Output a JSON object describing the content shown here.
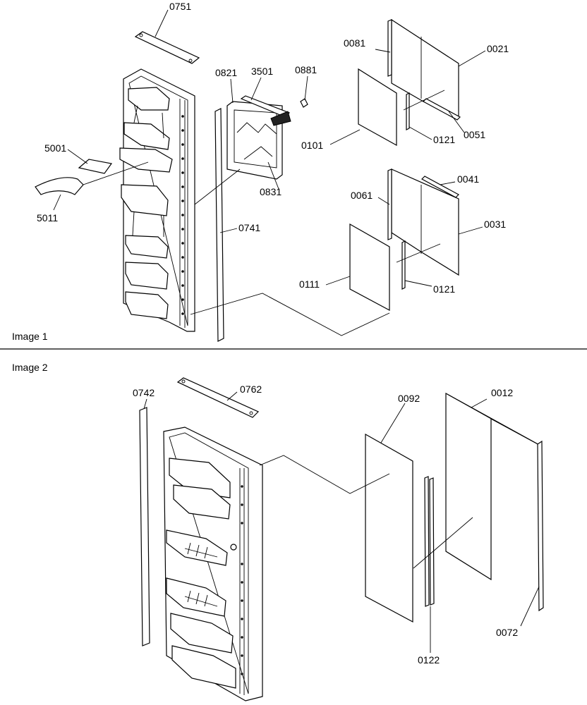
{
  "sections": [
    {
      "caption": "Image 1"
    },
    {
      "caption": "Image 2"
    }
  ],
  "parts_image1": {
    "p0751": "0751",
    "p0821": "0821",
    "p3501": "3501",
    "p0881": "0881",
    "p0081": "0081",
    "p0021": "0021",
    "p5001": "5001",
    "p0101": "0101",
    "p0121a": "0121",
    "p0051": "0051",
    "p5011": "5011",
    "p0831": "0831",
    "p0061": "0061",
    "p0041": "0041",
    "p0741": "0741",
    "p0031": "0031",
    "p0111": "0111",
    "p0121b": "0121"
  },
  "parts_image2": {
    "p0742": "0742",
    "p0762": "0762",
    "p0092": "0092",
    "p0012": "0012",
    "p0122": "0122",
    "p0072": "0072"
  }
}
